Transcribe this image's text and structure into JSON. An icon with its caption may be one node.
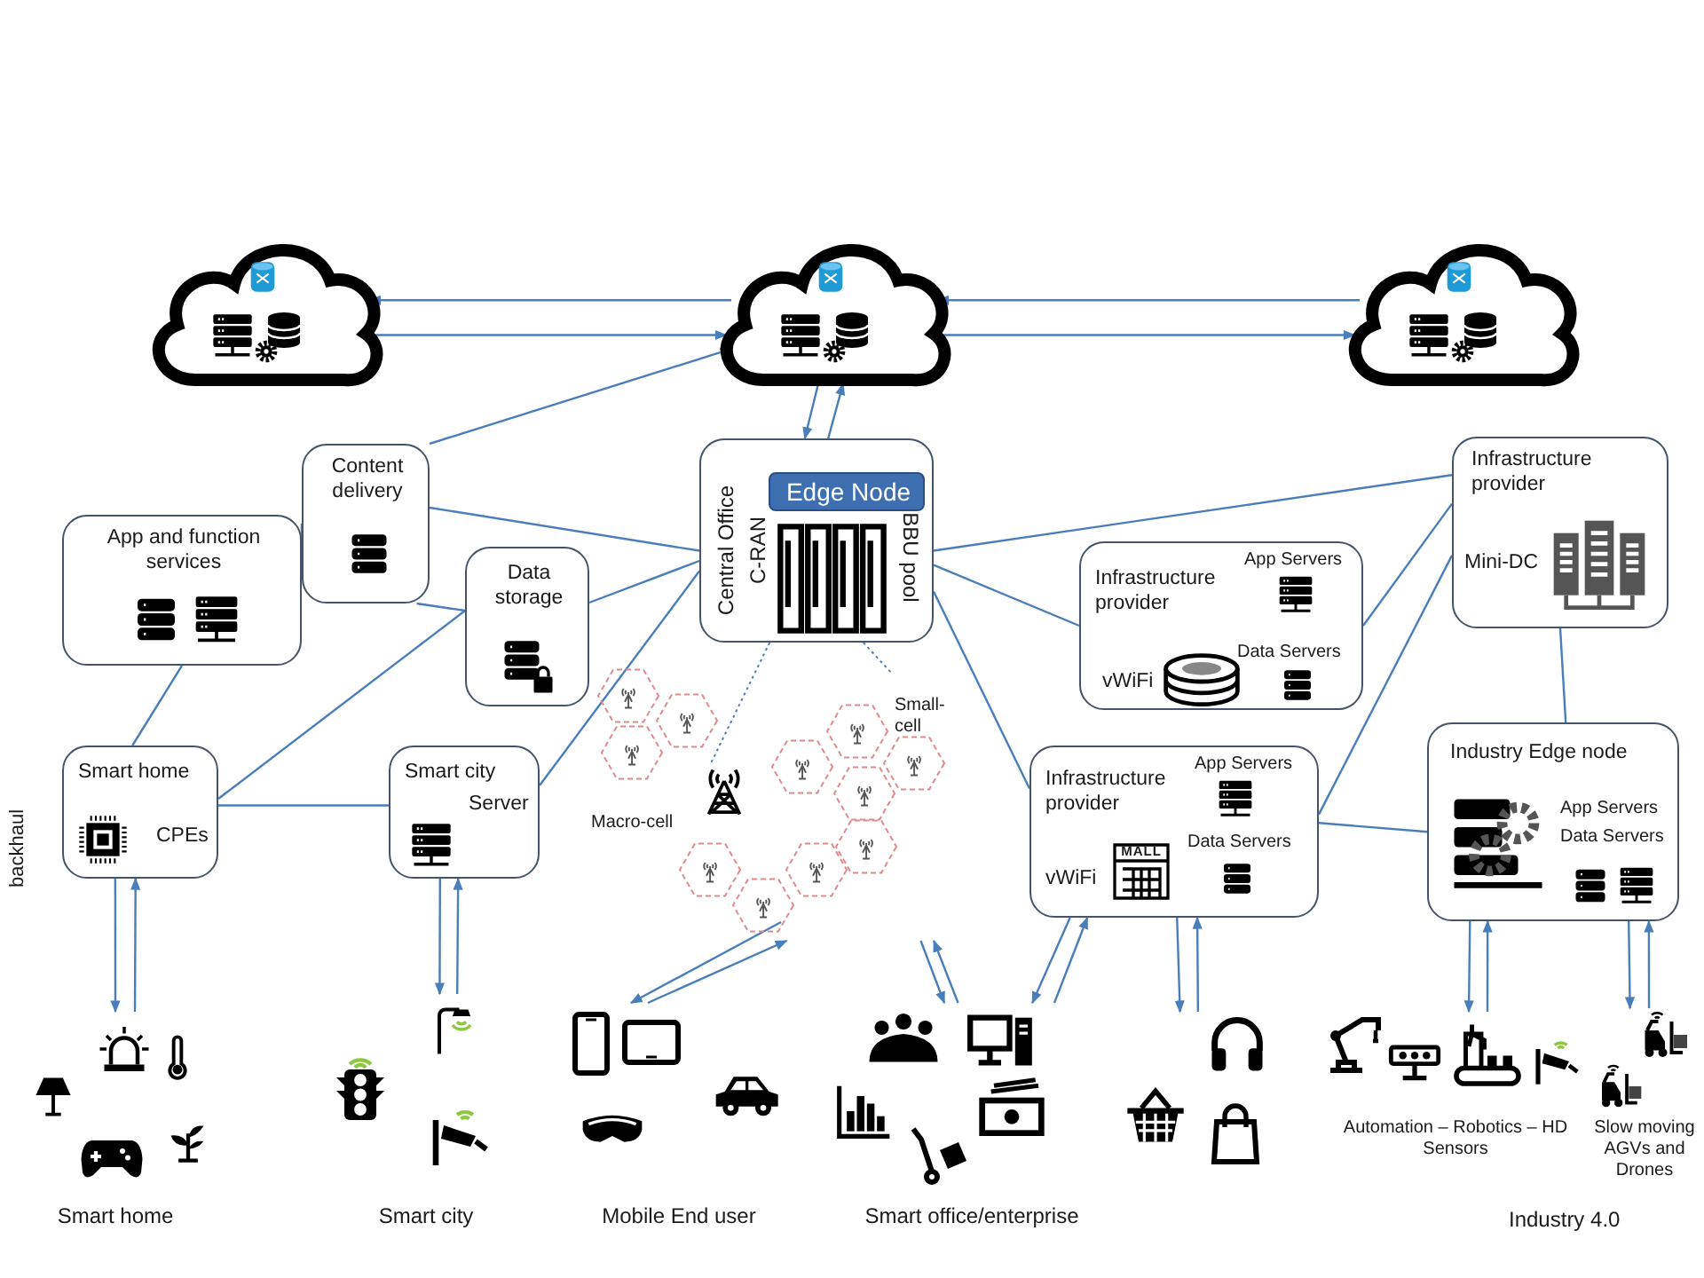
{
  "diagram": {
    "nodes": [
      {
        "text": [],
        "shape": "cloud"
      },
      {
        "text": [],
        "shape": "cloud"
      },
      {
        "text": [],
        "shape": "cloud"
      },
      {
        "text": [
          "Content delivery"
        ]
      },
      {
        "text": [
          "App and function services"
        ]
      },
      {
        "text": [
          "Data storage"
        ]
      },
      {
        "text": [
          "Central Office",
          "C-RAN",
          "BBU pool"
        ]
      },
      {
        "text": [
          "Edge Node"
        ],
        "in": 6
      },
      {
        "text": [
          "Smart home",
          "CPEs"
        ]
      },
      {
        "text": [
          "Smart city",
          "Server"
        ]
      },
      {
        "text": [
          "Infrastructure provider",
          "App Servers",
          "Data Servers",
          "vWiFi"
        ]
      },
      {
        "text": [
          "Infrastructure provider",
          "Mini-DC"
        ]
      },
      {
        "text": [
          "Infrastructure provider",
          "App Servers",
          "Data Servers",
          "vWiFi",
          "MALL"
        ]
      },
      {
        "text": [
          "Industry Edge node",
          "App Servers",
          "Data Servers"
        ]
      },
      {
        "text": [
          "Smart home"
        ]
      },
      {
        "text": [
          "Smart city"
        ]
      },
      {
        "text": [
          "Mobile End user"
        ]
      },
      {
        "text": [
          "Smart office/enterprise"
        ]
      },
      {
        "text": [],
        "shape": "picture"
      },
      {
        "text": [
          "Automation – Robotics – HD Sensors"
        ]
      },
      {
        "text": [
          "Slow moving AGVs and Drones"
        ]
      },
      {
        "text": [
          "Macro-cell"
        ]
      },
      {
        "text": [
          "Small-cell"
        ]
      }
    ],
    "edges": [
      {
        "from": 1,
        "to": 0,
        "arrow": "to"
      },
      {
        "from": 0,
        "to": 1,
        "arrow": "to"
      },
      {
        "from": 2,
        "to": 1,
        "arrow": "to"
      },
      {
        "from": 1,
        "to": 2,
        "arrow": "to"
      },
      {
        "from": 1,
        "to": 6,
        "arrow": "to"
      },
      {
        "from": 6,
        "to": 1,
        "arrow": "to"
      },
      {
        "from": 3,
        "to": 1,
        "arrow": "to"
      },
      {
        "from": 4,
        "to": 3,
        "arrow": "none"
      },
      {
        "from": 4,
        "to": 8,
        "arrow": "none"
      },
      {
        "from": 3,
        "to": 6,
        "arrow": "none"
      },
      {
        "from": 3,
        "to": 5,
        "arrow": "none"
      },
      {
        "from": 5,
        "to": 8,
        "arrow": "none"
      },
      {
        "from": 5,
        "to": 6,
        "arrow": "none"
      },
      {
        "from": 8,
        "to": 9,
        "arrow": "none"
      },
      {
        "from": 9,
        "to": 6,
        "arrow": "none"
      },
      {
        "from": 6,
        "to": 11,
        "arrow": "none"
      },
      {
        "from": 6,
        "to": 10,
        "arrow": "none"
      },
      {
        "from": 6,
        "to": 12,
        "arrow": "none"
      },
      {
        "from": 10,
        "to": 11,
        "arrow": "none"
      },
      {
        "from": 12,
        "to": 11,
        "arrow": "none"
      },
      {
        "from": 12,
        "to": 13,
        "arrow": "none"
      },
      {
        "from": 11,
        "to": 13,
        "arrow": "none"
      },
      {
        "from": 6,
        "to": 21,
        "arrow": "none",
        "style": "dashed"
      },
      {
        "from": 6,
        "to": 22,
        "arrow": "none",
        "style": "dashed"
      },
      {
        "from": 8,
        "to": 14,
        "arrow": "to"
      },
      {
        "from": 14,
        "to": 8,
        "arrow": "to"
      },
      {
        "from": 9,
        "to": 15,
        "arrow": "to"
      },
      {
        "from": 15,
        "to": 9,
        "arrow": "to"
      },
      {
        "from": 22,
        "to": 16,
        "arrow": "to"
      },
      {
        "from": 16,
        "to": 22,
        "arrow": "to"
      },
      {
        "from": 22,
        "to": 17,
        "arrow": "to"
      },
      {
        "from": 17,
        "to": 22,
        "arrow": "to"
      },
      {
        "from": 12,
        "to": 17,
        "arrow": "to"
      },
      {
        "from": 17,
        "to": 12,
        "arrow": "to"
      },
      {
        "from": 12,
        "to": 18,
        "arrow": "to"
      },
      {
        "from": 18,
        "to": 12,
        "arrow": "to"
      },
      {
        "from": 13,
        "to": 19,
        "arrow": "to"
      },
      {
        "from": 19,
        "to": 13,
        "arrow": "to"
      },
      {
        "from": 13,
        "to": 20,
        "arrow": "to"
      },
      {
        "from": 20,
        "to": 13,
        "arrow": "to"
      }
    ],
    "labels": [
      "backhaul",
      "Industry 4.0"
    ]
  }
}
